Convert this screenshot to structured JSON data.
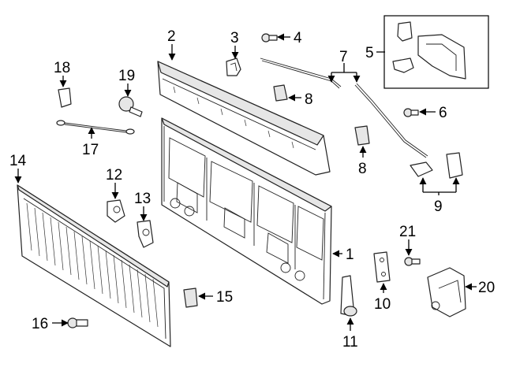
{
  "diagram": {
    "callouts": [
      {
        "id": "c1",
        "label": "1"
      },
      {
        "id": "c2",
        "label": "2"
      },
      {
        "id": "c3",
        "label": "3"
      },
      {
        "id": "c4",
        "label": "4"
      },
      {
        "id": "c5",
        "label": "5"
      },
      {
        "id": "c6",
        "label": "6"
      },
      {
        "id": "c7",
        "label": "7"
      },
      {
        "id": "c8a",
        "label": "8"
      },
      {
        "id": "c8b",
        "label": "8"
      },
      {
        "id": "c9",
        "label": "9"
      },
      {
        "id": "c10",
        "label": "10"
      },
      {
        "id": "c11",
        "label": "11"
      },
      {
        "id": "c12",
        "label": "12"
      },
      {
        "id": "c13",
        "label": "13"
      },
      {
        "id": "c14",
        "label": "14"
      },
      {
        "id": "c15",
        "label": "15"
      },
      {
        "id": "c16",
        "label": "16"
      },
      {
        "id": "c17",
        "label": "17"
      },
      {
        "id": "c18",
        "label": "18"
      },
      {
        "id": "c19",
        "label": "19"
      },
      {
        "id": "c20",
        "label": "20"
      },
      {
        "id": "c21",
        "label": "21"
      }
    ]
  }
}
